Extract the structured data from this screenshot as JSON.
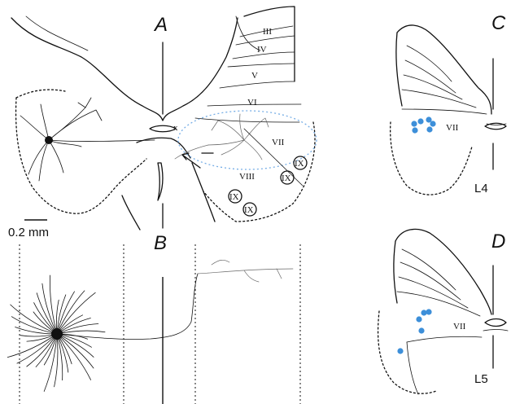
{
  "panels": {
    "a": {
      "label": "A"
    },
    "b": {
      "label": "B"
    },
    "c": {
      "label": "C"
    },
    "d": {
      "label": "D"
    }
  },
  "laminae_a": {
    "iii": "III",
    "iv": "IV",
    "v": "V",
    "vi": "VI",
    "vii": "VII",
    "viii": "VIII",
    "ix1": "IX",
    "ix2": "IX",
    "ix3": "IX",
    "ix4": "IX"
  },
  "marker_x": "x",
  "scale_bar": {
    "label": "0.2 mm"
  },
  "lamina_c": "VII",
  "lamina_d": "VII",
  "segment_c": "L4",
  "segment_d": "L5",
  "colors": {
    "dots": "#3d8fd9",
    "ink": "#111111"
  }
}
